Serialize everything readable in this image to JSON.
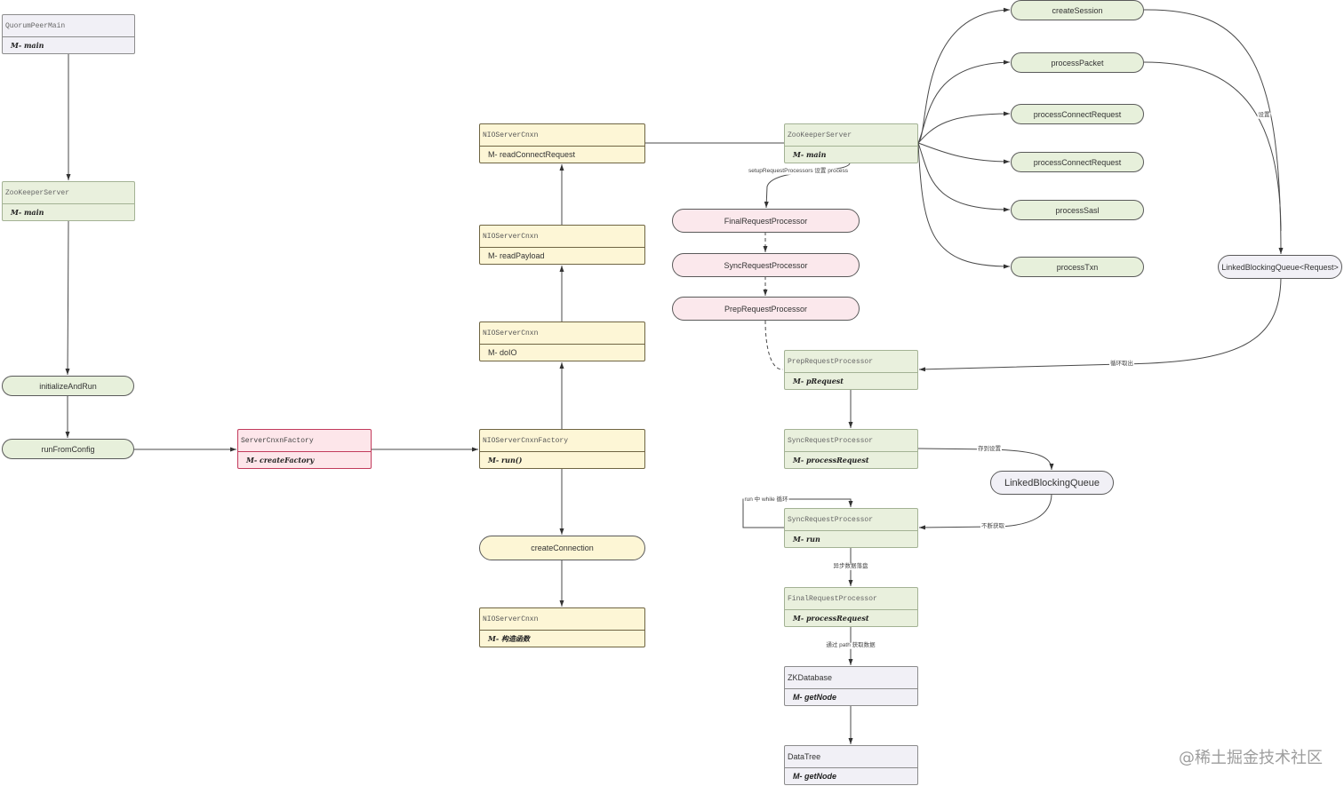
{
  "diagram": {
    "nodes": {
      "quorum_peer_main": {
        "title": "QuorumPeerMain",
        "method": "M- main"
      },
      "zk_server_left": {
        "title": "ZooKeeperServer",
        "method": "M- main"
      },
      "initialize_and_run": "initializeAndRun",
      "run_from_config": "runFromConfig",
      "server_cnxn_factory": {
        "title": "ServerCnxnFactory",
        "method": "M- createFactory"
      },
      "nio_server_cnxn_factory": {
        "title": "NIOServerCnxnFactory",
        "method": "M- run()"
      },
      "nio_cnxn_doio": {
        "title": "NIOServerCnxn",
        "method": "M- doIO"
      },
      "nio_cnxn_read_payload": {
        "title": "NIOServerCnxn",
        "method": "M- readPayload"
      },
      "nio_cnxn_read_connect": {
        "title": "NIOServerCnxn",
        "method": "M- readConnectRequest"
      },
      "create_connection": "createConnection",
      "nio_cnxn_ctor": {
        "title": "NIOServerCnxn",
        "method": "M- 构造函数"
      },
      "zk_server_right": {
        "title": "ZooKeeperServer",
        "method": "M- main"
      },
      "final_processor_pill": "FinalRequestProcessor",
      "sync_processor_pill": "SyncRequestProcessor",
      "prep_processor_pill": "PrepRequestProcessor",
      "prep_processor": {
        "title": "PrepRequestProcessor",
        "method": "M- pRequest"
      },
      "sync_processor_process": {
        "title": "SyncRequestProcessor",
        "method": "M- processRequest"
      },
      "sync_processor_run": {
        "title": "SyncRequestProcessor",
        "method": "M- run"
      },
      "final_processor": {
        "title": "FinalRequestProcessor",
        "method": "M- processRequest"
      },
      "zk_database": {
        "title": "ZKDatabase",
        "method": "M- getNode"
      },
      "data_tree": {
        "title": "DataTree",
        "method": "M- getNode"
      },
      "linked_blocking_queue": "LinkedBlockingQueue",
      "linked_blocking_queue_request": "LinkedBlockingQueue<Request>",
      "create_session": "createSession",
      "process_packet": "processPacket",
      "process_connect_request_1": "processConnectRequest",
      "process_connect_request_2": "processConnectRequest",
      "process_sasl": "processSasl",
      "process_txn": "processTxn"
    },
    "edge_labels": {
      "setup_processors": "setupRequestProcessors 设置 process",
      "queue_set": "设置",
      "loop_take": "循环取出",
      "queue_put": "存到设置",
      "continuous_get": "不断获取",
      "while_loop": "run 中 while 循环",
      "persist": "异步数据落盘",
      "get_by_path": "通过 path 获取数据"
    }
  },
  "watermark": "@稀土掘金技术社区",
  "colors": {
    "gray_node": "#f1f0f6",
    "green_node": "#e9f0dd",
    "yellow_node": "#fdf6d6",
    "pink_node": "#fde6ea",
    "edge": "#4a4a4a"
  }
}
